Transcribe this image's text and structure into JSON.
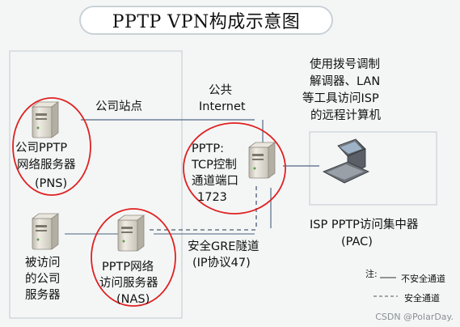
{
  "title": "PPTP VPN构成示意图",
  "labels": {
    "company_site": "公司站点",
    "public_internet_l1": "公共",
    "public_internet_l2": "Internet",
    "pns_l1": "公司PPTP",
    "pns_l2": "网络服务器",
    "pns_l3": "(PNS)",
    "tcp_l1": "PPTP:",
    "tcp_l2": "TCP控制",
    "tcp_l3": "通道端口",
    "tcp_l4": "1723",
    "remote_l1": "使用拨号调制",
    "remote_l2": "解调器、LAN",
    "remote_l3": "等工具访问ISP",
    "remote_l4": "的远程计算机",
    "pac_l1": "ISP PPTP访问集中器",
    "pac_l2": "(PAC)",
    "gre_l1": "安全GRE隧道",
    "gre_l2": "(IP协议47)",
    "visited_l1": "被访问",
    "visited_l2": "的公司",
    "visited_l3": "服务器",
    "nas_l1": "PPTP网络",
    "nas_l2": "访问服务器",
    "nas_l3": "(NAS)"
  },
  "legend": {
    "title": "注:",
    "insecure": "不安全通道",
    "secure": "安全通道"
  },
  "watermark": "CSDN @PolarDay.",
  "colors": {
    "ring": "#e02020",
    "line": "#6b7f95",
    "server_body": "#d6d3c8",
    "box_border": "#c9d0d4"
  }
}
